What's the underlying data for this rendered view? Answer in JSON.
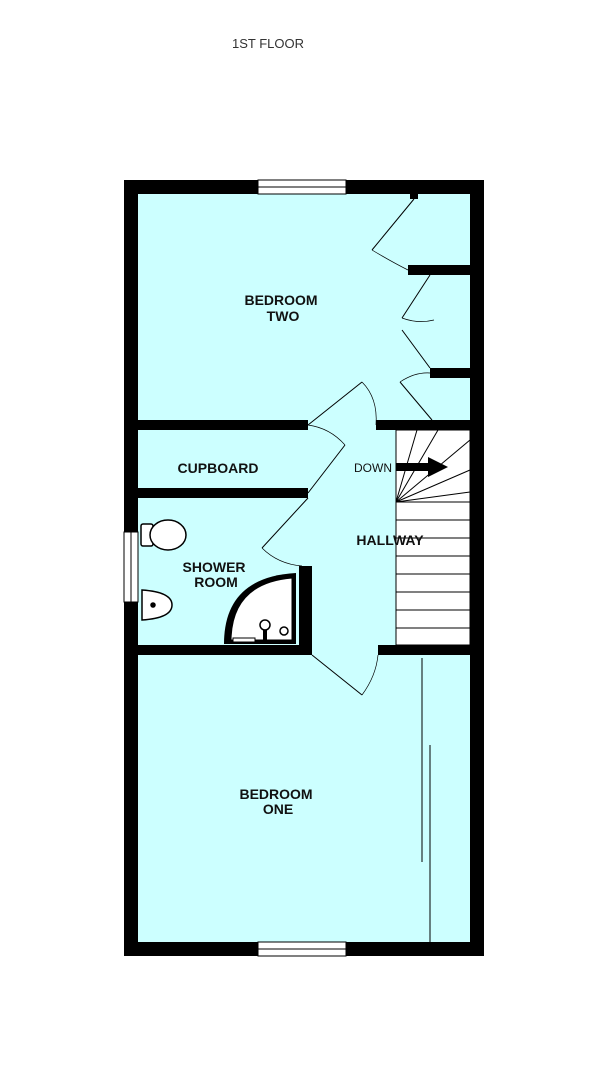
{
  "title": "1ST FLOOR",
  "rooms": {
    "bedroom_two": [
      "BEDROOM",
      "TWO"
    ],
    "cupboard": "CUPBOARD",
    "shower_room": [
      "SHOWER",
      "ROOM"
    ],
    "hallway": "HALLWAY",
    "bedroom_one": [
      "BEDROOM",
      "ONE"
    ]
  },
  "stairs_label": "DOWN",
  "colors": {
    "floor": "#ccffff",
    "wall": "#000000",
    "fixture": "#ffffff"
  }
}
